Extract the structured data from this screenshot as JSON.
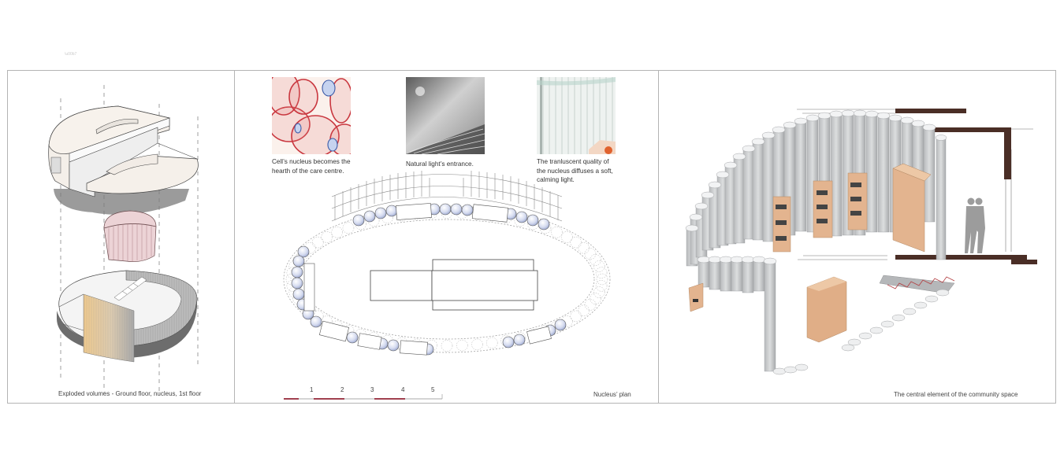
{
  "panels": {
    "exploded": {
      "caption": "Exploded volumes - Ground floor, nucleus, 1st floor"
    },
    "plan": {
      "caption": "Nucleus’ plan",
      "scale_bar": {
        "ticks": [
          "1",
          "2",
          "3",
          "4",
          "5"
        ],
        "accent_color": "#a0404f"
      },
      "mood_images": [
        {
          "name": "cells",
          "caption_l1": "Cell’s nucleus becomes the",
          "caption_l2": "hearth of the care centre."
        },
        {
          "name": "light",
          "caption_l1": "Natural light’s entrance.",
          "caption_l2": ""
        },
        {
          "name": "curtain",
          "caption_l1": "The tranluscent quality of",
          "caption_l2": "the nucleus diffuses a soft,",
          "caption_l3": "calming light."
        }
      ]
    },
    "community": {
      "caption": "The central element of the community space"
    }
  },
  "colors": {
    "border": "#b4b4b4",
    "wood": "#e3b48f",
    "column": "#c9cbcd",
    "dark_wall": "#4a2e26",
    "nucleus_pink": "#e8c4c8",
    "glass_blue": "#c4cbe6"
  }
}
